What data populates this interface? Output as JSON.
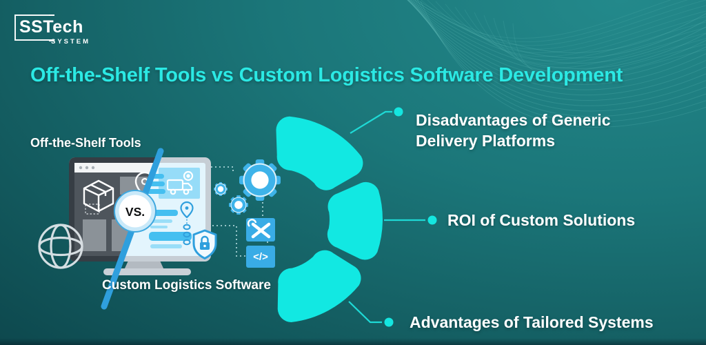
{
  "logo": {
    "name": "SSTech",
    "subtitle": "SYSTEM"
  },
  "title": "Off-the-Shelf Tools vs Custom Logistics Software Development",
  "comparison": {
    "left_label": "Off-the-Shelf Tools",
    "right_label": "Custom Logistics Software",
    "vs_label": "VS."
  },
  "bullets": [
    {
      "label": "Disadvantages of Generic Delivery Platforms"
    },
    {
      "label": "ROI of Custom Solutions"
    },
    {
      "label": "Advantages of Tailored Systems"
    }
  ],
  "icons": {
    "code_glyph": "</>",
    "names": [
      "globe-icon",
      "package-icon",
      "location-pin-icon",
      "truck-icon",
      "gear-icon",
      "tools-icon",
      "code-icon",
      "shield-lock-icon"
    ]
  },
  "colors": {
    "title_cyan": "#2BE9E4",
    "segment_cyan": "#12E8E2",
    "connector_cyan": "#1EDAD6",
    "dot_cyan": "#14E6E0",
    "illustration_blue": "#2F9FDD",
    "light_blue": "#45BFF0",
    "background_dark": "#0C444A",
    "background_light": "#23898B",
    "text_white": "#FFFFFF"
  }
}
